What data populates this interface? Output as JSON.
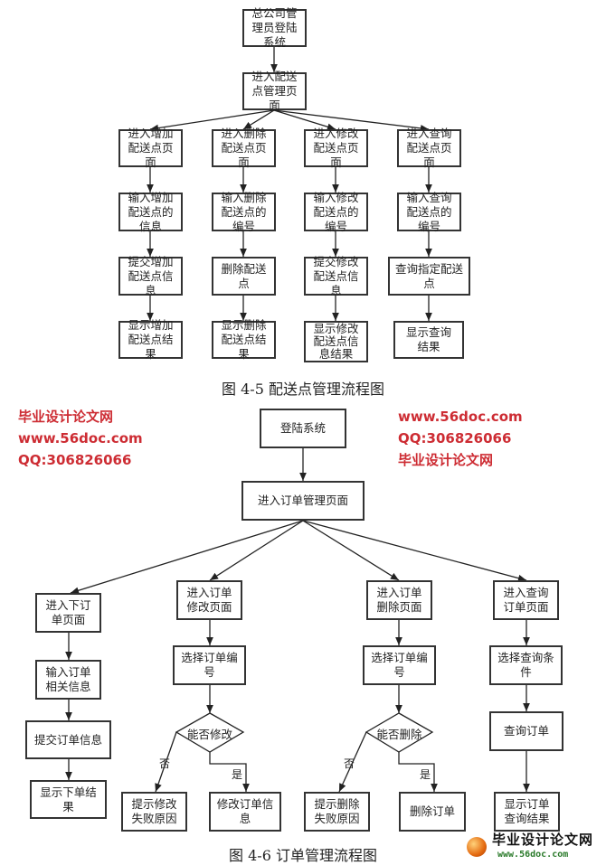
{
  "fig45": {
    "caption": "图 4-5 配送点管理流程图",
    "root": "总公司管理员登陆系统",
    "manage": "进入配送点管理页面",
    "columns": [
      [
        "进入增加配送点页面",
        "输入增加配送点的信息",
        "提交增加配送点信息",
        "显示增加配送点结果"
      ],
      [
        "进入删除配送点页面",
        "输入删除配送点的编号",
        "删除配送点",
        "显示删除配送点结果"
      ],
      [
        "进入修改配送点页面",
        "输入修改配送点的编号",
        "提交修改配送点信息",
        "显示修改配送点信息结果"
      ],
      [
        "进入查询配送点页面",
        "输入查询配送点的编号",
        "查询指定配送点",
        "显示查询结果"
      ]
    ]
  },
  "fig46": {
    "caption": "图 4-6 订单管理流程图",
    "login": "登陆系统",
    "manage": "进入订单管理页面",
    "place": [
      "进入下订单页面",
      "输入订单相关信息",
      "提交订单信息",
      "显示下单结果"
    ],
    "modify": {
      "enter": "进入订单修改页面",
      "select": "选择订单编号",
      "decision": "能否修改",
      "no": "否",
      "yes": "是",
      "fail": "提示修改失败原因",
      "ok": "修改订单信息"
    },
    "delete": {
      "enter": "进入订单删除页面",
      "select": "选择订单编号",
      "decision": "能否删除",
      "no": "否",
      "yes": "是",
      "fail": "提示删除失败原因",
      "ok": "删除订单"
    },
    "query": [
      "进入查询订单页面",
      "选择查询条件",
      "查询订单",
      "显示订单查询结果"
    ]
  },
  "watermark": {
    "site": "毕业设计论文网",
    "url": "www.56doc.com",
    "qq": "QQ:306826066"
  },
  "logo": {
    "name": "毕业设计论文网",
    "url": "www.56doc.com"
  }
}
